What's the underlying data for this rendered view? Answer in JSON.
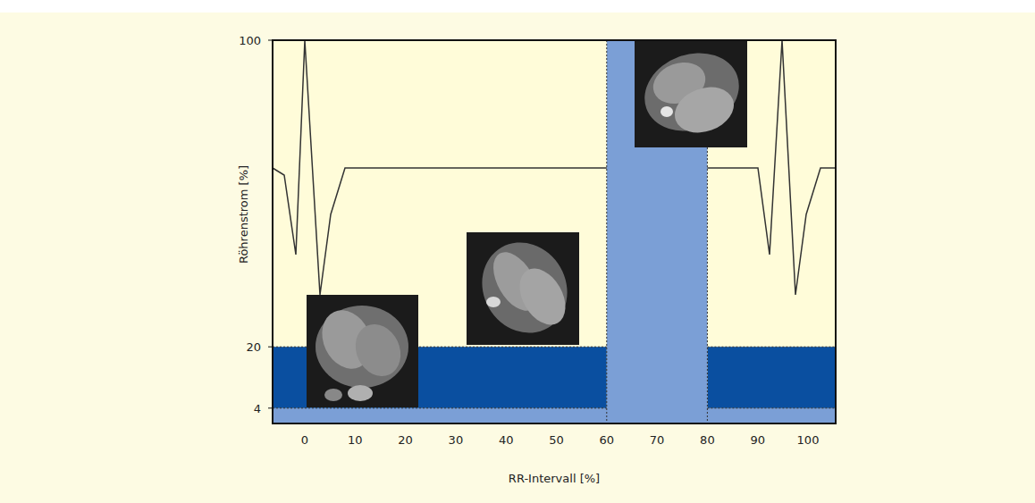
{
  "diagram": {
    "labels": [
      "100",
      "20",
      "4",
      "0",
      "10",
      "20",
      "30",
      "40",
      "50",
      "60",
      "70",
      "80",
      "90",
      "100",
      "Röhrenstrom [%]",
      "RR-Intervall [%]"
    ]
  }
}
